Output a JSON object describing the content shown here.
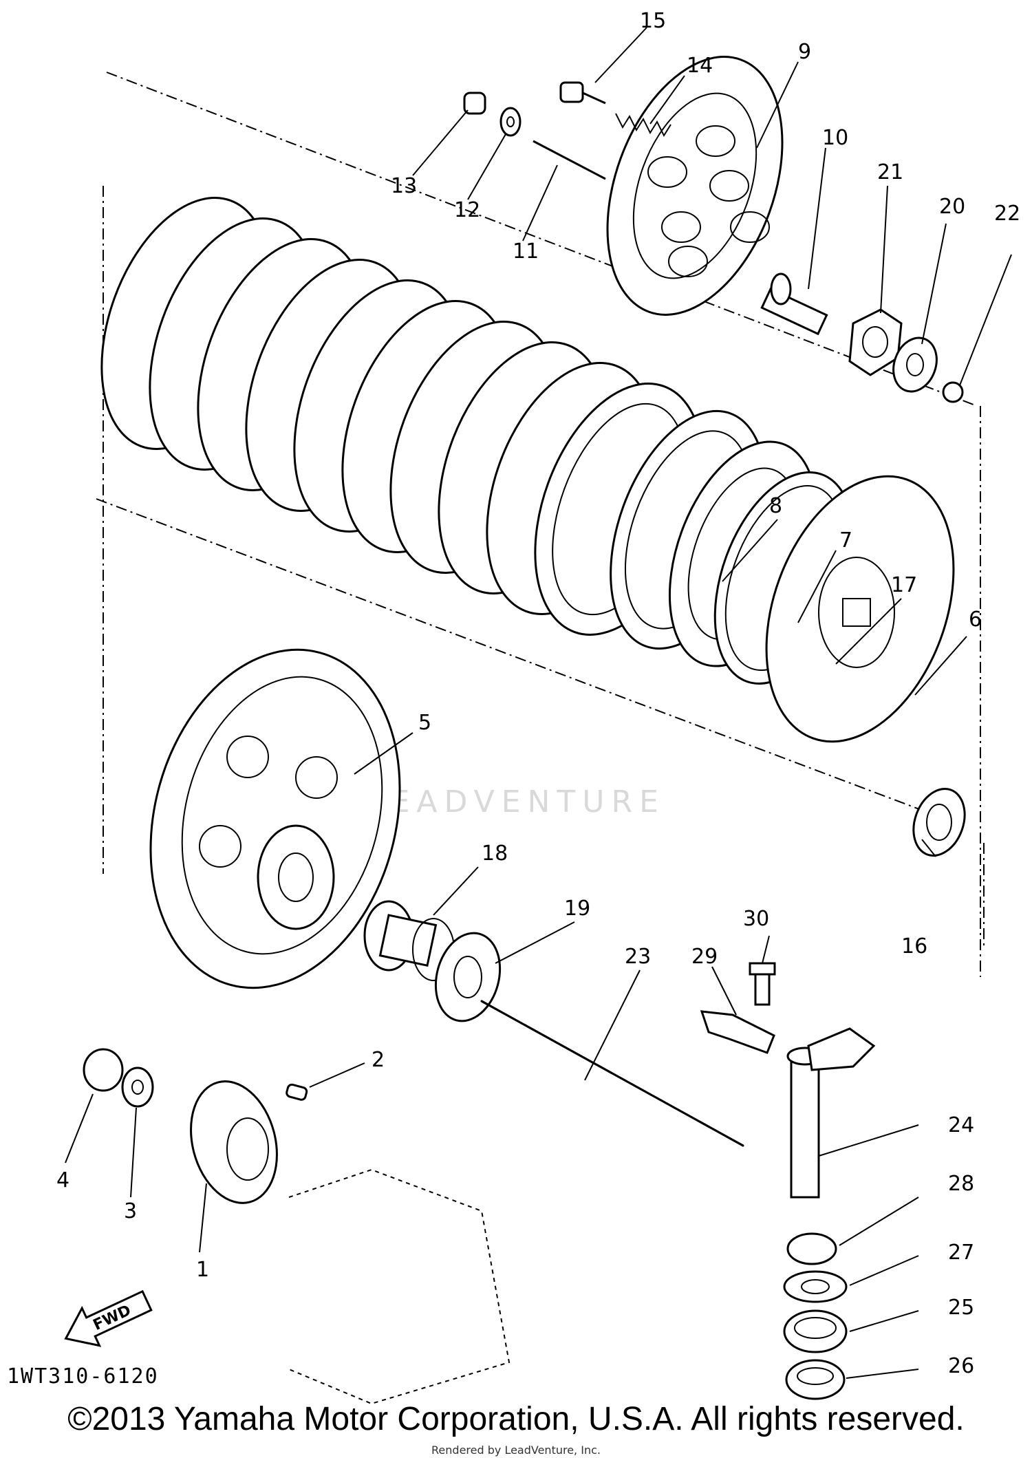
{
  "diagram": {
    "callouts": [
      "1",
      "2",
      "3",
      "4",
      "5",
      "6",
      "7",
      "8",
      "9",
      "10",
      "11",
      "12",
      "13",
      "14",
      "15",
      "16",
      "17",
      "18",
      "19",
      "20",
      "21",
      "22",
      "23",
      "24",
      "25",
      "26",
      "27",
      "28",
      "29",
      "30"
    ],
    "drawing_code": "1WT310-6120",
    "fwd_label": "FWD",
    "watermark": "LEADVENTURE"
  },
  "footer": {
    "copyright": "©2013 Yamaha Motor Corporation, U.S.A. All rights reserved.",
    "rendered_by": "Rendered by LeadVenture, Inc."
  }
}
